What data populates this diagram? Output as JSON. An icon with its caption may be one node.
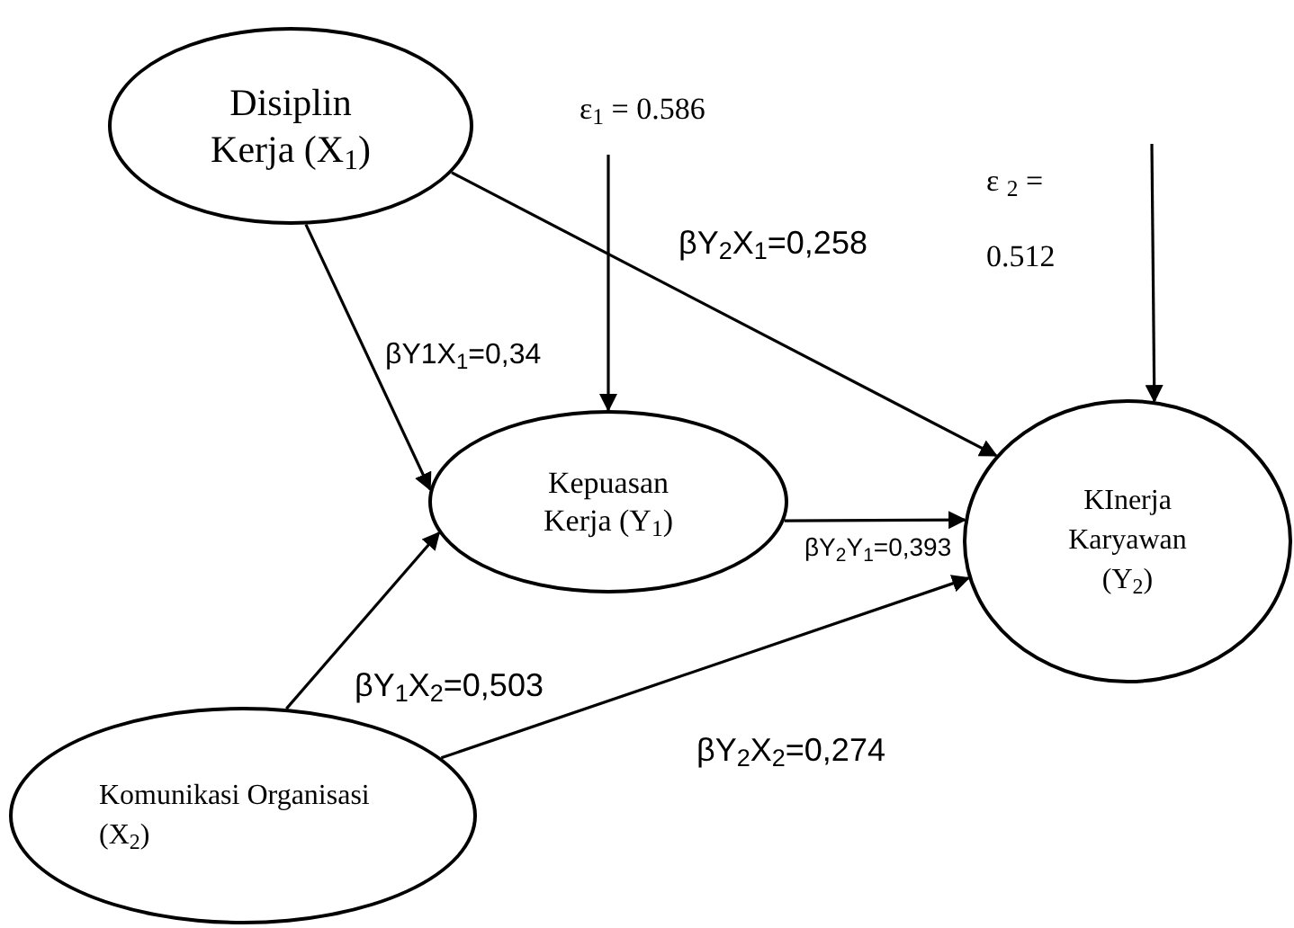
{
  "diagram": {
    "nodes": [
      {
        "text": [
          "Disiplin Kerja (X$_{1}$)"
        ]
      },
      {
        "text": [
          "ε$_{1}$ = 0.586"
        ]
      },
      {
        "text": [
          "ε $_{2}$ = 0.512"
        ]
      },
      {
        "text": [
          "Kepuasan Kerja (Y$_{1}$)"
        ]
      },
      {
        "text": [
          "KInerja Karyawan (Y$_{2}$)"
        ]
      },
      {
        "text": [
          "Komunikasi Organisasi (X$_{2}$)"
        ]
      }
    ],
    "edges": [
      {
        "from": 0,
        "to": 3,
        "arrow": "to",
        "label": "βY1X$_{1}$=0,34"
      },
      {
        "from": 0,
        "to": 4,
        "arrow": "to",
        "label": "βY$_{2}$X$_{1}$=0,258"
      },
      {
        "from": 1,
        "to": 3,
        "arrow": "to"
      },
      {
        "from": 2,
        "to": 4,
        "arrow": "to"
      },
      {
        "from": 3,
        "to": 4,
        "arrow": "to",
        "label": "βY$_{2}$Y$_{1}$=0,393"
      },
      {
        "from": 5,
        "to": 3,
        "arrow": "to",
        "label": "βY$_{1}$X$_{2}$=0,503"
      },
      {
        "from": 5,
        "to": 4,
        "arrow": "to",
        "label": "βY$_{2}$X$_{2}$=0,274"
      }
    ]
  }
}
